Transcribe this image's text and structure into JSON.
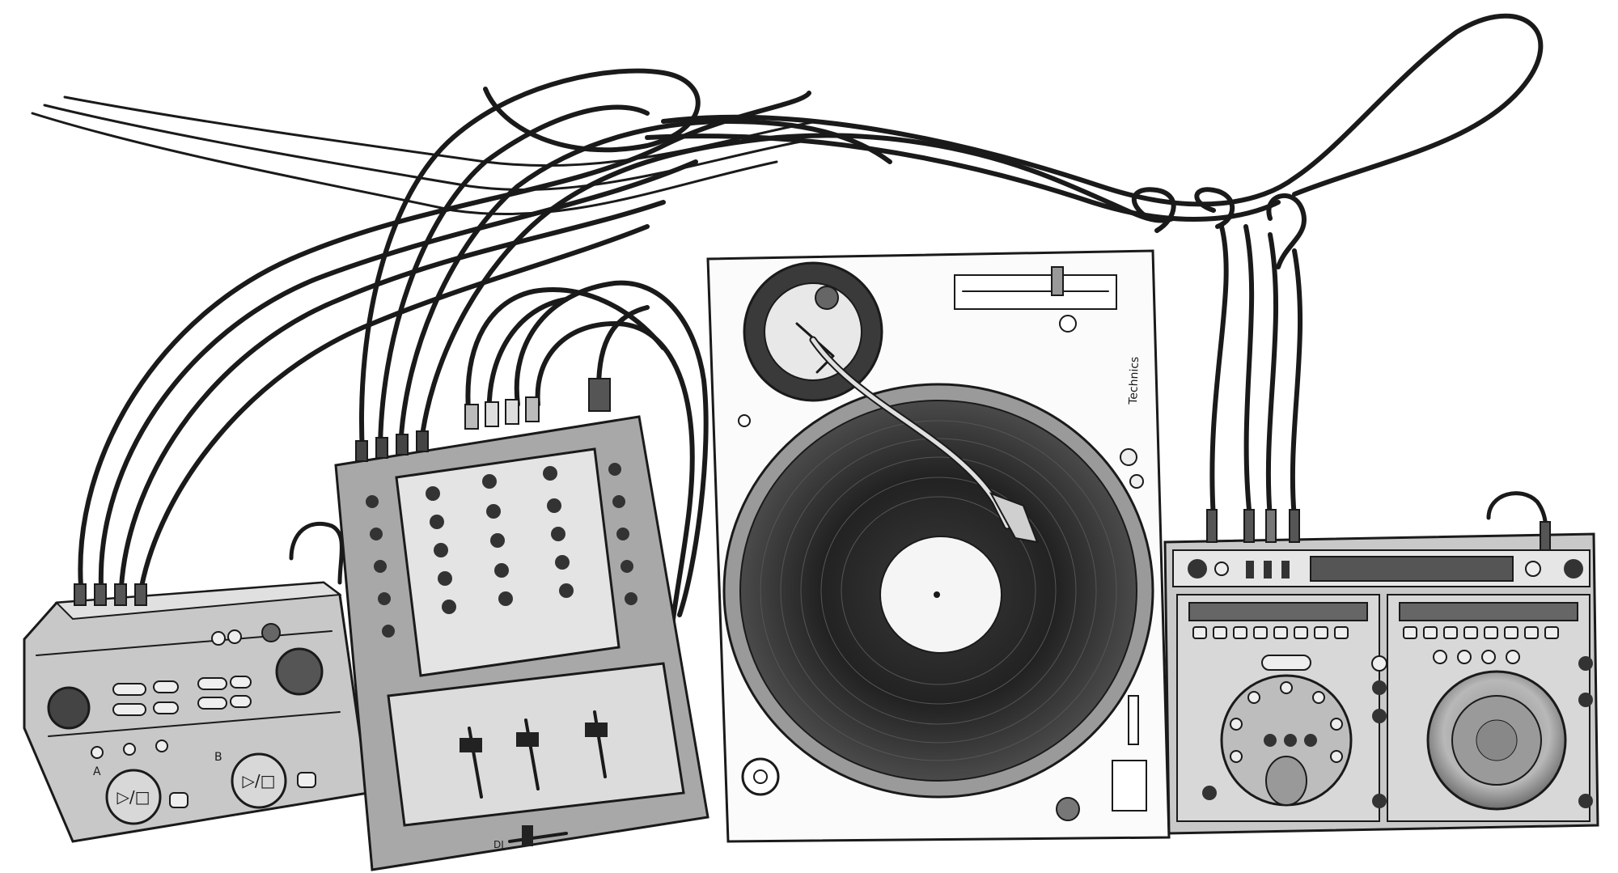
{
  "illustration": {
    "style": "ink sketch with grey wash",
    "colors": {
      "ink": "#1a1a1a",
      "wash_light": "#cfcfcf",
      "wash_mid": "#a9a9a9",
      "wash_dark": "#7a7a7a",
      "paper": "#ffffff"
    }
  },
  "devices": {
    "cd_player_left": {
      "labels": {
        "play_pause_left": "▷/□",
        "play_pause_right": "▷/□",
        "deck_a": "A",
        "deck_b": "B"
      }
    },
    "mixer": {
      "labels": {
        "brand": "DJ"
      }
    },
    "turntable": {
      "labels": {
        "brand": "Technics"
      }
    },
    "cd_player_right": {
      "labels": {}
    }
  }
}
